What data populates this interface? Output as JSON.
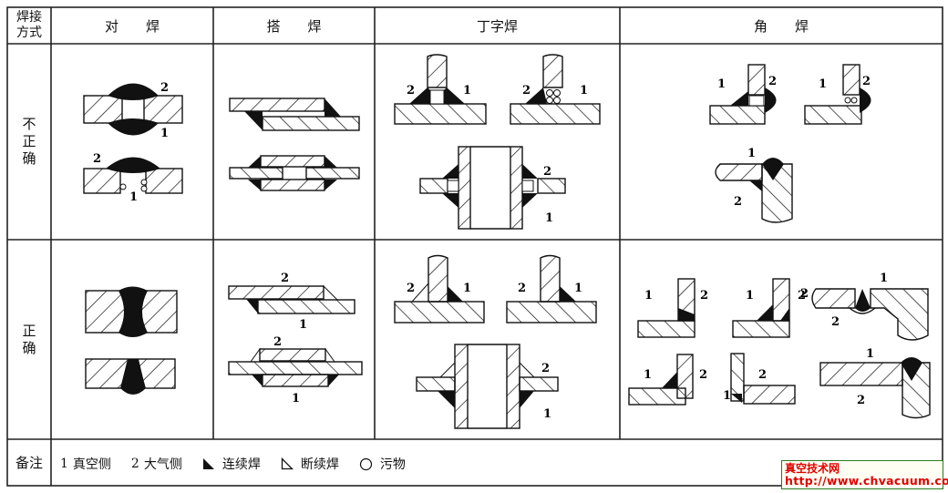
{
  "table": {
    "header": {
      "method_label": [
        "焊接",
        "方式"
      ],
      "columns": [
        "对　　焊",
        "搭　　焊",
        "丁字焊",
        "角　　焊"
      ]
    },
    "rows": [
      {
        "label": [
          "不",
          "正",
          "确"
        ]
      },
      {
        "label": [
          "正",
          "确"
        ]
      }
    ],
    "notes": {
      "label": "备注",
      "items": [
        {
          "num": "1",
          "text": "真空侧"
        },
        {
          "num": "2",
          "text": "大气侧"
        },
        {
          "icon": "filled-triangle-icon",
          "text": "连续焊"
        },
        {
          "icon": "outline-triangle-icon",
          "text": "断续焊"
        },
        {
          "icon": "circle-icon",
          "text": "污物"
        }
      ]
    }
  },
  "diagram_labels": {
    "vacuum_side": "1",
    "atmosphere_side": "2"
  },
  "watermark": {
    "title": "真空技术网",
    "url": "http://www.chvacuum.com",
    "text_color": "#e00000",
    "border_color": "#2a7a20"
  }
}
